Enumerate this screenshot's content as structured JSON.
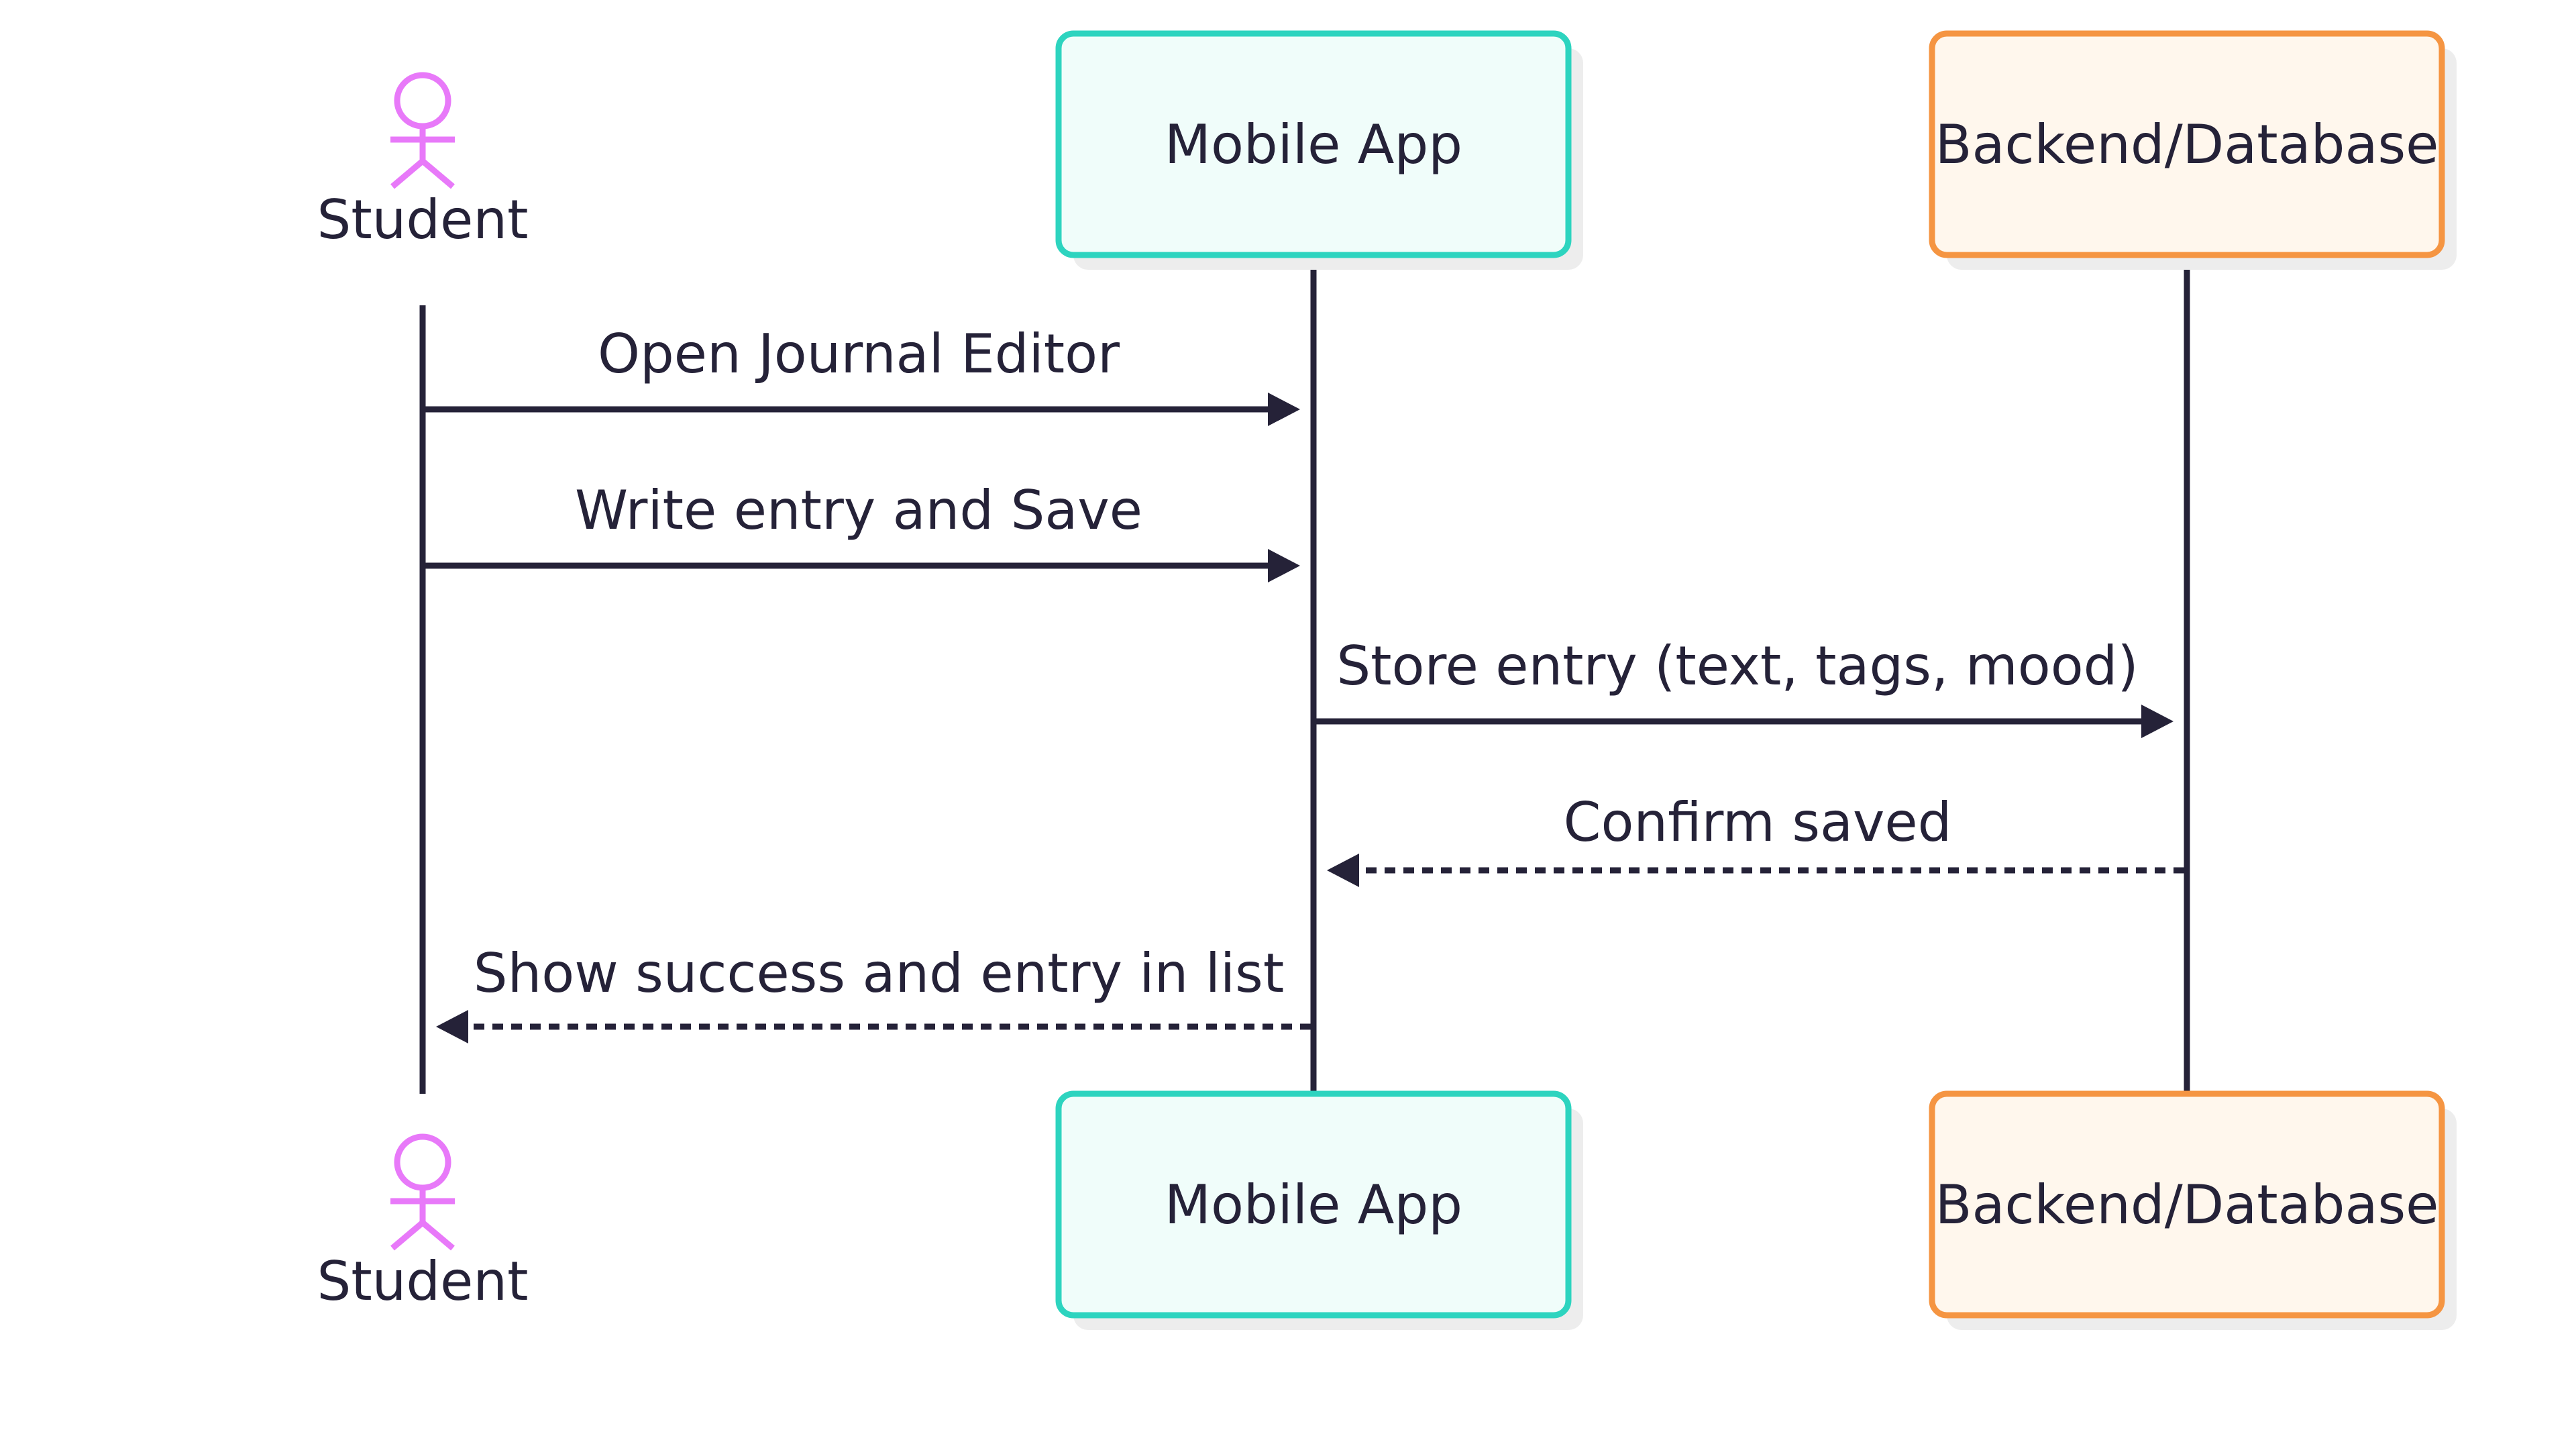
{
  "colors": {
    "ink": "#252238",
    "actor": "#E879F9",
    "app_stroke": "#2DD4BF",
    "app_fill": "#F0FDFA",
    "db_stroke": "#F59542",
    "db_fill": "#FFF7ED",
    "shadow": "#EDEDED"
  },
  "participants": {
    "student": {
      "label": "Student",
      "icon": "person-stick-figure-icon"
    },
    "app": {
      "label": "Mobile App"
    },
    "backend": {
      "label": "Backend/Database"
    }
  },
  "messages": [
    {
      "from": "student",
      "to": "app",
      "text": "Open Journal Editor",
      "style": "solid"
    },
    {
      "from": "student",
      "to": "app",
      "text": "Write entry and Save",
      "style": "solid"
    },
    {
      "from": "app",
      "to": "backend",
      "text": "Store entry (text, tags, mood)",
      "style": "solid"
    },
    {
      "from": "backend",
      "to": "app",
      "text": "Confirm saved",
      "style": "dashed"
    },
    {
      "from": "app",
      "to": "student",
      "text": "Show success and entry in list",
      "style": "dashed"
    }
  ]
}
